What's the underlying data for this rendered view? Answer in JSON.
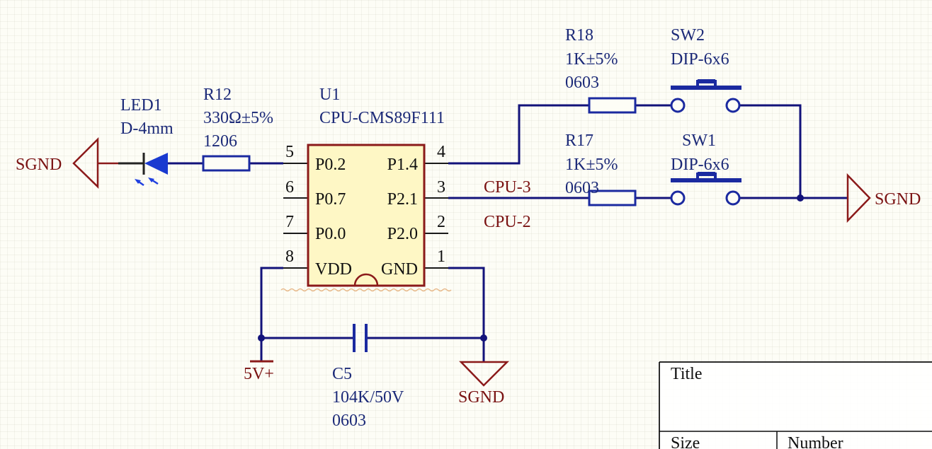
{
  "components": {
    "led1": {
      "ref": "LED1",
      "value": "D-4mm"
    },
    "r12": {
      "ref": "R12",
      "value": "330Ω±5%",
      "package": "1206"
    },
    "u1": {
      "ref": "U1",
      "value": "CPU-CMS89F111",
      "pins": [
        {
          "num": "5",
          "name": "P0.2"
        },
        {
          "num": "6",
          "name": "P0.7"
        },
        {
          "num": "7",
          "name": "P0.0"
        },
        {
          "num": "8",
          "name": "VDD"
        },
        {
          "num": "4",
          "name": "P1.4"
        },
        {
          "num": "3",
          "name": "P2.1"
        },
        {
          "num": "2",
          "name": "P2.0"
        },
        {
          "num": "1",
          "name": "GND"
        }
      ]
    },
    "r18": {
      "ref": "R18",
      "value": "1K±5%",
      "package": "0603"
    },
    "sw2": {
      "ref": "SW2",
      "value": "DIP-6x6"
    },
    "r17": {
      "ref": "R17",
      "value": "1K±5%",
      "package": "0603"
    },
    "sw1": {
      "ref": "SW1",
      "value": "DIP-6x6"
    },
    "c5": {
      "ref": "C5",
      "value": "104K/50V",
      "package": "0603"
    }
  },
  "nets": {
    "sgnd_left": "SGND",
    "sgnd_right": "SGND",
    "sgnd_bottom": "SGND",
    "vcc": "5V+",
    "cpu3": "CPU-3",
    "cpu2": "CPU-2"
  },
  "title_block": {
    "title_label": "Title",
    "size_label": "Size",
    "number_label": "Number"
  },
  "colors": {
    "wire": "#12127a",
    "component_outline": "#8b1a1a",
    "ic_fill": "#fef7c5",
    "designator_text": "#1c2a78",
    "net_label_text": "#7a1212",
    "led_fill": "#1a3ad0"
  }
}
